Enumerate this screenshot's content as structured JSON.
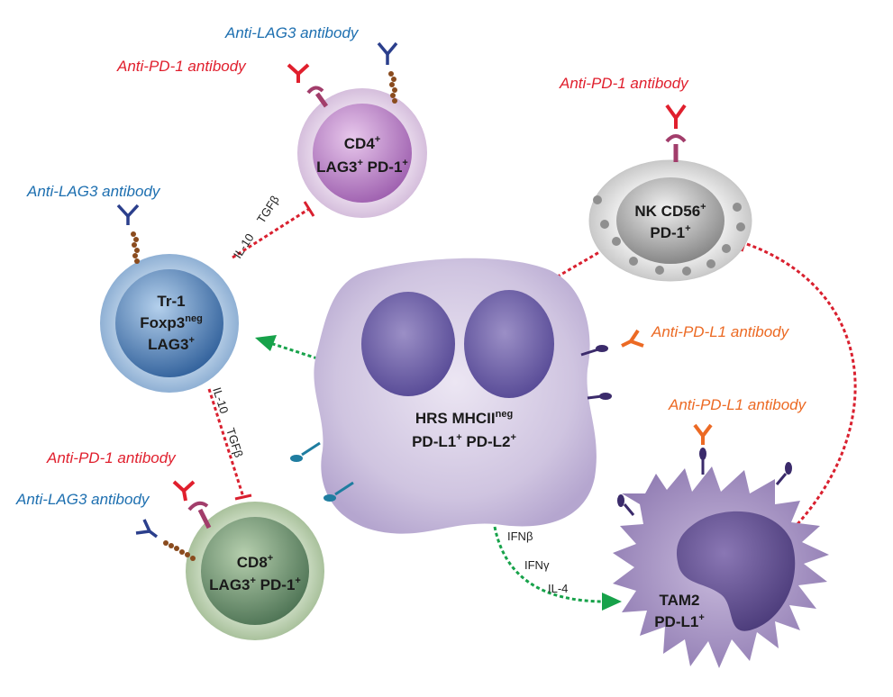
{
  "colors": {
    "pd1_antibody": "#e01f2d",
    "lag3_antibody": "#1d6fb0",
    "pdl1_antibody": "#ec6a24",
    "inhibition_arrow": "#d9202f",
    "stimulation_arrow": "#17a24a",
    "hrs_cell": "#c9bedd",
    "tam2_cell": "#9f8bbd",
    "cd4_cell": "#c79ad2",
    "tr1_cell": "#6c9ccb",
    "cd8_cell": "#9ab58f",
    "nk_cell": "#a9a9a9"
  },
  "labels": {
    "anti_lag3_cd4": "Anti-LAG3 antibody",
    "anti_pd1_cd4": "Anti-PD-1 antibody",
    "anti_pd1_nk": "Anti-PD-1 antibody",
    "anti_lag3_tr1": "Anti-LAG3 antibody",
    "anti_pdl1_hrs": "Anti-PD-L1 antibody",
    "anti_pdl1_tam": "Anti-PD-L1 antibody",
    "anti_pd1_cd8": "Anti-PD-1 antibody",
    "anti_lag3_cd8": "Anti-LAG3 antibody"
  },
  "cells": {
    "cd4": {
      "line1": "CD4",
      "line1_sup": "+",
      "line2a": "LAG3",
      "line2a_sup": "+",
      "line2b": " PD-1",
      "line2b_sup": "+"
    },
    "nk": {
      "line1": "NK CD56",
      "line1_sup": "+",
      "line2": "PD-1",
      "line2_sup": "+"
    },
    "tr1": {
      "line1": "Tr-1",
      "line2": "Foxp3",
      "line2_sup": "neg",
      "line3": "LAG3",
      "line3_sup": "+"
    },
    "hrs": {
      "line1": "HRS MHCII",
      "line1_sup": "neg",
      "line2a": "PD-L1",
      "line2a_sup": "+",
      "line2b": " PD-L2",
      "line2b_sup": "+"
    },
    "cd8": {
      "line1": "CD8",
      "line1_sup": "+",
      "line2a": "LAG3",
      "line2a_sup": "+",
      "line2b": " PD-1",
      "line2b_sup": "+"
    },
    "tam2": {
      "line1": "TAM2",
      "line2": "PD-L1",
      "line2_sup": "+"
    }
  },
  "cytokines": {
    "tr1_to_cd4_a": "IL-10",
    "tr1_to_cd4_b": "TGFβ",
    "tr1_to_cd8_a": "IL-10",
    "tr1_to_cd8_b": "TGFβ",
    "hrs_to_tam_1": "IFNβ",
    "hrs_to_tam_2": "IFNγ",
    "hrs_to_tam_3": "IL-4"
  }
}
